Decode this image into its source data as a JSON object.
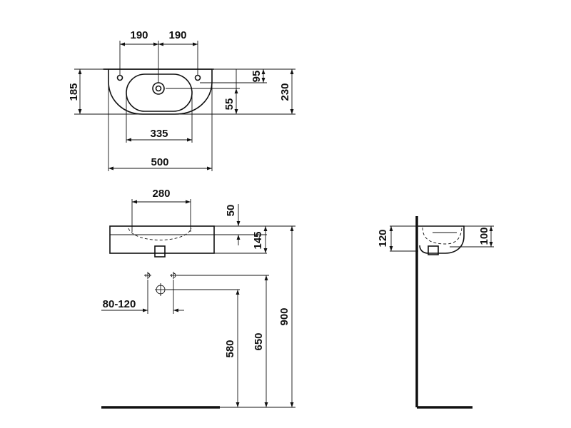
{
  "dimensions": {
    "top_tap_left": "190",
    "top_tap_right": "190",
    "top_depth_185": "185",
    "top_hole_95": "95",
    "top_total_230": "230",
    "top_hole_55": "55",
    "top_bowl_width": "335",
    "top_overall_width": "500",
    "front_bowl_width": "280",
    "front_rim_height": "50",
    "front_basin_height": "145",
    "front_waste_spacing": "80-120",
    "front_waste_height": "580",
    "front_supply_height": "650",
    "front_rim_total_height": "900",
    "side_overall_height": "120",
    "side_bowl_height": "100"
  },
  "colors": {
    "line": "#111111",
    "background": "#ffffff"
  }
}
